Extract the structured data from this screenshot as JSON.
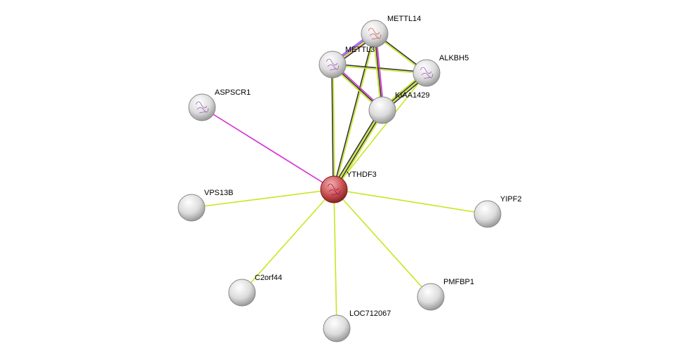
{
  "nodes": [
    {
      "id": "METTL14",
      "label": "METTL14",
      "query": false,
      "structure": true
    },
    {
      "id": "METTL3",
      "label": "METTL3",
      "query": false,
      "structure": true
    },
    {
      "id": "ALKBH5",
      "label": "ALKBH5",
      "query": false,
      "structure": true
    },
    {
      "id": "KIAA1429",
      "label": "KIAA1429",
      "query": false,
      "structure": false
    },
    {
      "id": "ASPSCR1",
      "label": "ASPSCR1",
      "query": false,
      "structure": true
    },
    {
      "id": "YTHDF3",
      "label": "YTHDF3",
      "query": true,
      "structure": true
    },
    {
      "id": "VPS13B",
      "label": "VPS13B",
      "query": false,
      "structure": false
    },
    {
      "id": "YIPF2",
      "label": "YIPF2",
      "query": false,
      "structure": false
    },
    {
      "id": "C2orf44",
      "label": "C2orf44",
      "query": false,
      "structure": false
    },
    {
      "id": "PMFBP1",
      "label": "PMFBP1",
      "query": false,
      "structure": false
    },
    {
      "id": "LOC712067",
      "label": "LOC712067",
      "query": false,
      "structure": false
    }
  ],
  "edges": [
    {
      "a": "YTHDF3",
      "b": "METTL3",
      "colors": [
        "#333333",
        "#c8e61e"
      ]
    },
    {
      "a": "YTHDF3",
      "b": "METTL14",
      "colors": [
        "#333333",
        "#c8e61e"
      ]
    },
    {
      "a": "YTHDF3",
      "b": "KIAA1429",
      "colors": [
        "#333333",
        "#c8e61e",
        "#333333",
        "#c8e61e"
      ]
    },
    {
      "a": "YTHDF3",
      "b": "ALKBH5",
      "colors": [
        "#c8e61e"
      ]
    },
    {
      "a": "YTHDF3",
      "b": "ASPSCR1",
      "colors": [
        "#d52fd5"
      ]
    },
    {
      "a": "YTHDF3",
      "b": "VPS13B",
      "colors": [
        "#c8e61e"
      ]
    },
    {
      "a": "YTHDF3",
      "b": "YIPF2",
      "colors": [
        "#c8e61e"
      ]
    },
    {
      "a": "YTHDF3",
      "b": "C2orf44",
      "colors": [
        "#c8e61e"
      ]
    },
    {
      "a": "YTHDF3",
      "b": "PMFBP1",
      "colors": [
        "#c8e61e"
      ]
    },
    {
      "a": "YTHDF3",
      "b": "LOC712067",
      "colors": [
        "#c8e61e"
      ]
    },
    {
      "a": "METTL3",
      "b": "METTL14",
      "colors": [
        "#6a6aff",
        "#d52fd5",
        "#c8e61e",
        "#333333"
      ]
    },
    {
      "a": "METTL3",
      "b": "ALKBH5",
      "colors": [
        "#333333",
        "#c8e61e"
      ]
    },
    {
      "a": "METTL3",
      "b": "KIAA1429",
      "colors": [
        "#d52fd5",
        "#333333",
        "#c8e61e"
      ]
    },
    {
      "a": "METTL14",
      "b": "ALKBH5",
      "colors": [
        "#333333",
        "#c8e61e"
      ]
    },
    {
      "a": "METTL14",
      "b": "KIAA1429",
      "colors": [
        "#d52fd5",
        "#333333",
        "#c8e61e"
      ]
    },
    {
      "a": "ALKBH5",
      "b": "KIAA1429",
      "colors": [
        "#333333",
        "#c8e61e",
        "#333333",
        "#c8e61e"
      ]
    }
  ],
  "colors": {
    "query_node": "#c0393b",
    "node": "#d8d8d8",
    "structure": "#9b59b6"
  }
}
